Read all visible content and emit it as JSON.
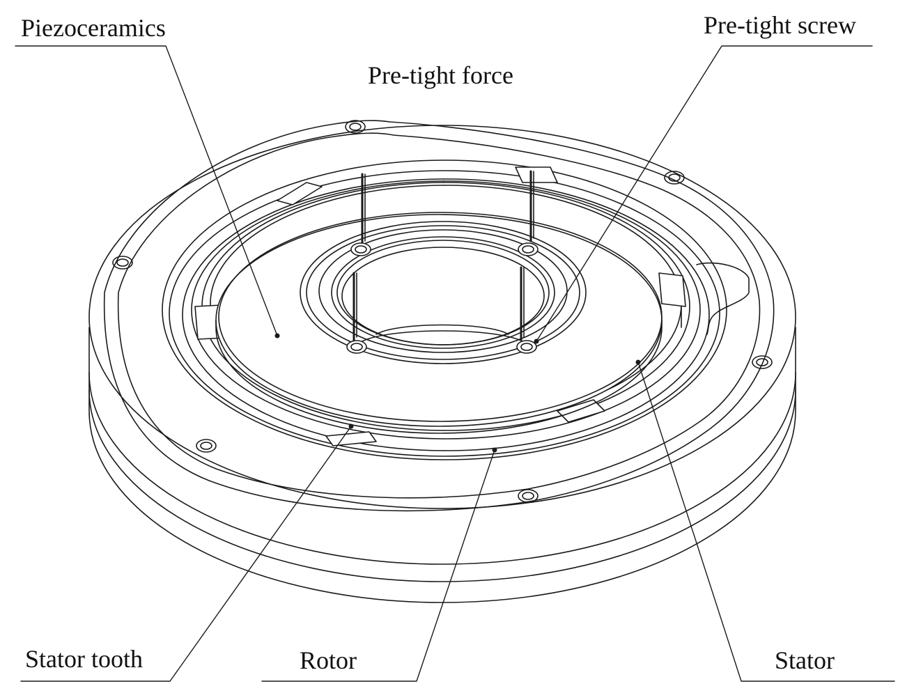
{
  "labels": {
    "piezoceramics": "Piezoceramics",
    "pre_tight_screw": "Pre-tight screw",
    "pre_tight_force": "Pre-tight force",
    "stator_tooth": "Stator tooth",
    "rotor": "Rotor",
    "stator": "Stator"
  },
  "colors": {
    "line": "#1a1a1a",
    "background": "#ffffff"
  }
}
